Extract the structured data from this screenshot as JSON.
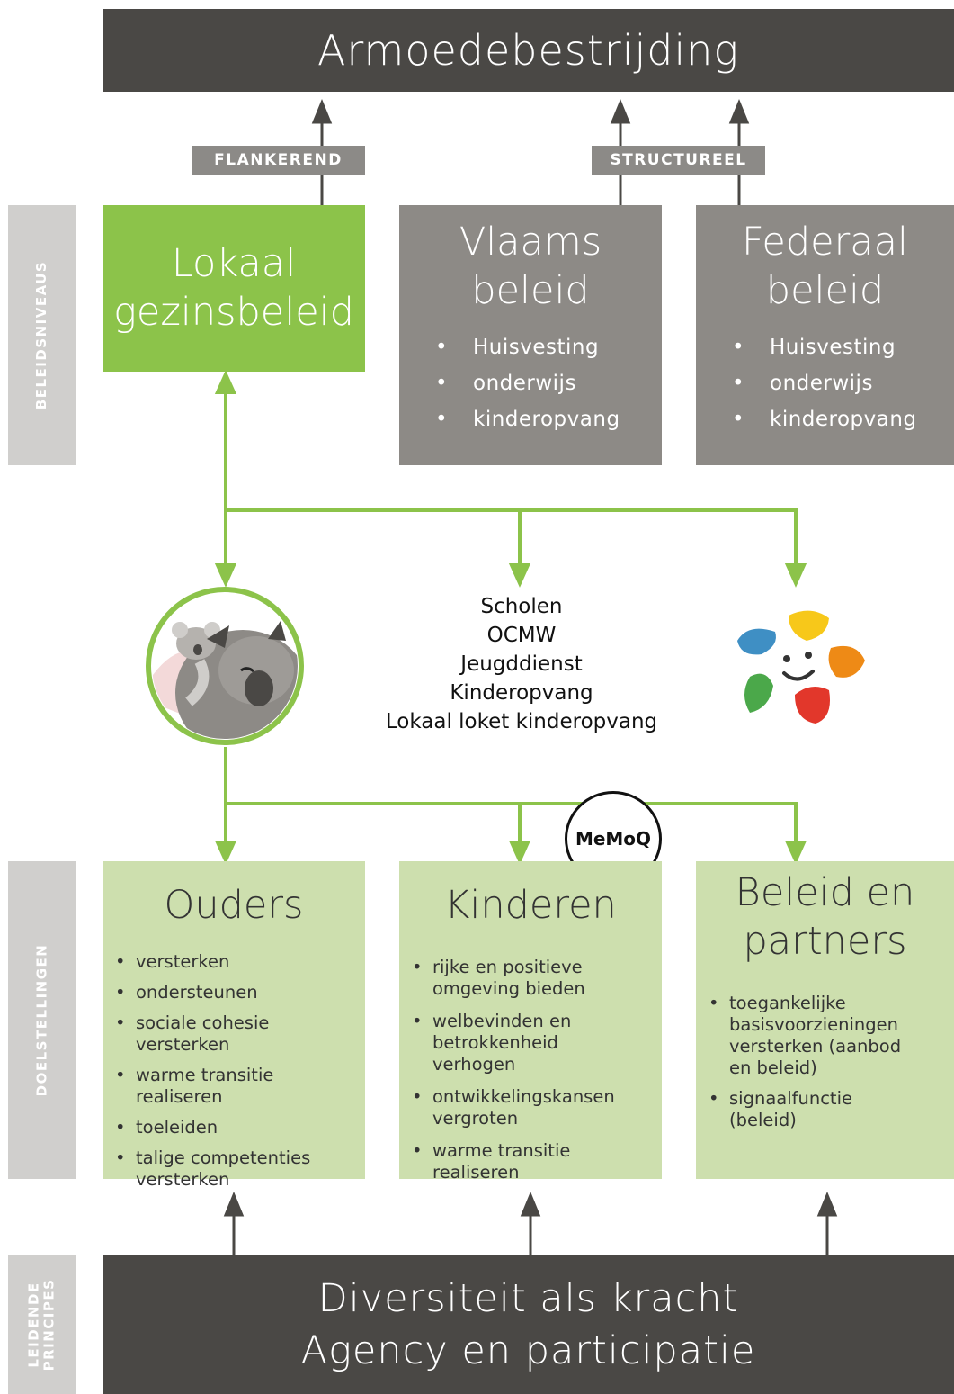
{
  "top_banner": "Armoedebestrijding",
  "tags": {
    "flankerend": "FLANKEREND",
    "structureel": "STRUCTUREEL"
  },
  "side_labels": {
    "beleidsniveaus": "BELEIDSNIVEAUS",
    "doelstellingen": "DOELSTELLINGEN",
    "leidende_line1": "LEIDENDE",
    "leidende_line2": "PRINCIPES"
  },
  "policy": {
    "lokaal": {
      "line1": "Lokaal",
      "line2": "gezinsbeleid"
    },
    "vlaams": {
      "line1": "Vlaams",
      "line2": "beleid",
      "items": [
        "Huisvesting",
        "onderwijs",
        "kinderopvang"
      ]
    },
    "federaal": {
      "line1": "Federaal",
      "line2": "beleid",
      "items": [
        "Huisvesting",
        "onderwijs",
        "kinderopvang"
      ]
    }
  },
  "middle": {
    "items": [
      "Scholen",
      "OCMW",
      "Jeugddienst",
      "Kinderopvang",
      "Lokaal loket kinderopvang"
    ]
  },
  "badge": "MeMoQ",
  "icons": {
    "koala": "koala-icon",
    "flower": "flower-icon"
  },
  "goals": {
    "ouders": {
      "title": "Ouders",
      "items": [
        "versterken",
        "ondersteunen",
        "sociale cohesie versterken",
        "warme transitie realiseren",
        "toeleiden",
        "talige competenties versterken"
      ]
    },
    "kinderen": {
      "title": "Kinderen",
      "items": [
        "rijke en positieve omgeving bieden",
        "welbevinden en betrokkenheid verhogen",
        "ontwikkelingskansen vergroten",
        "warme transitie realiseren"
      ]
    },
    "beleid": {
      "line1": "Beleid en",
      "line2": "partners",
      "items": [
        "toegankelijke basisvoorzieningen versterken (aanbod en beleid)",
        "signaalfunctie (beleid)"
      ]
    }
  },
  "bottom_banner": {
    "line1": "Diversiteit als kracht",
    "line2": "Agency en participatie"
  },
  "colors": {
    "dark": "#4a4845",
    "grey": "#8d8a86",
    "green": "#8cc34a",
    "light_green": "#cddfae",
    "sidebar": "#d0cfcd"
  }
}
